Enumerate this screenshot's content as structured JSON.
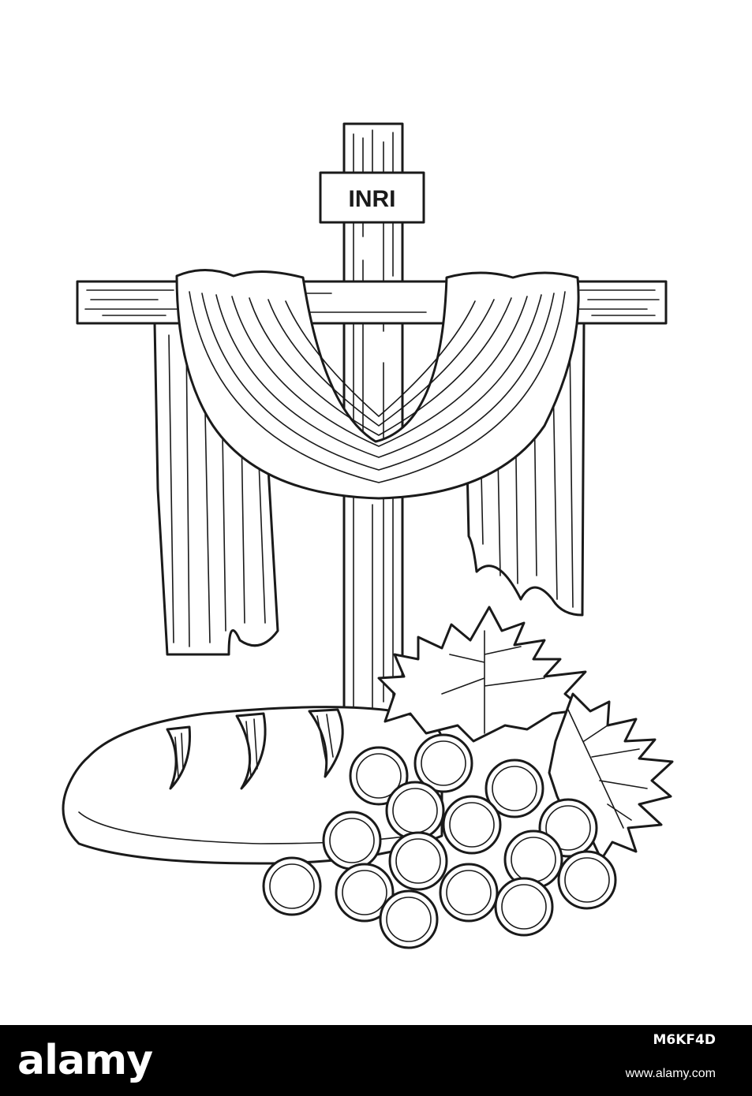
{
  "illustration": {
    "sign_text": "INRI",
    "ink_color": "#1a1a1a",
    "background_color": "#ffffff"
  },
  "watermark_bar": {
    "logo_text": "alamy",
    "image_id": "M6KF4D",
    "site_url": "www.alamy.com",
    "bar_color": "#000000",
    "text_color": "#ffffff"
  }
}
